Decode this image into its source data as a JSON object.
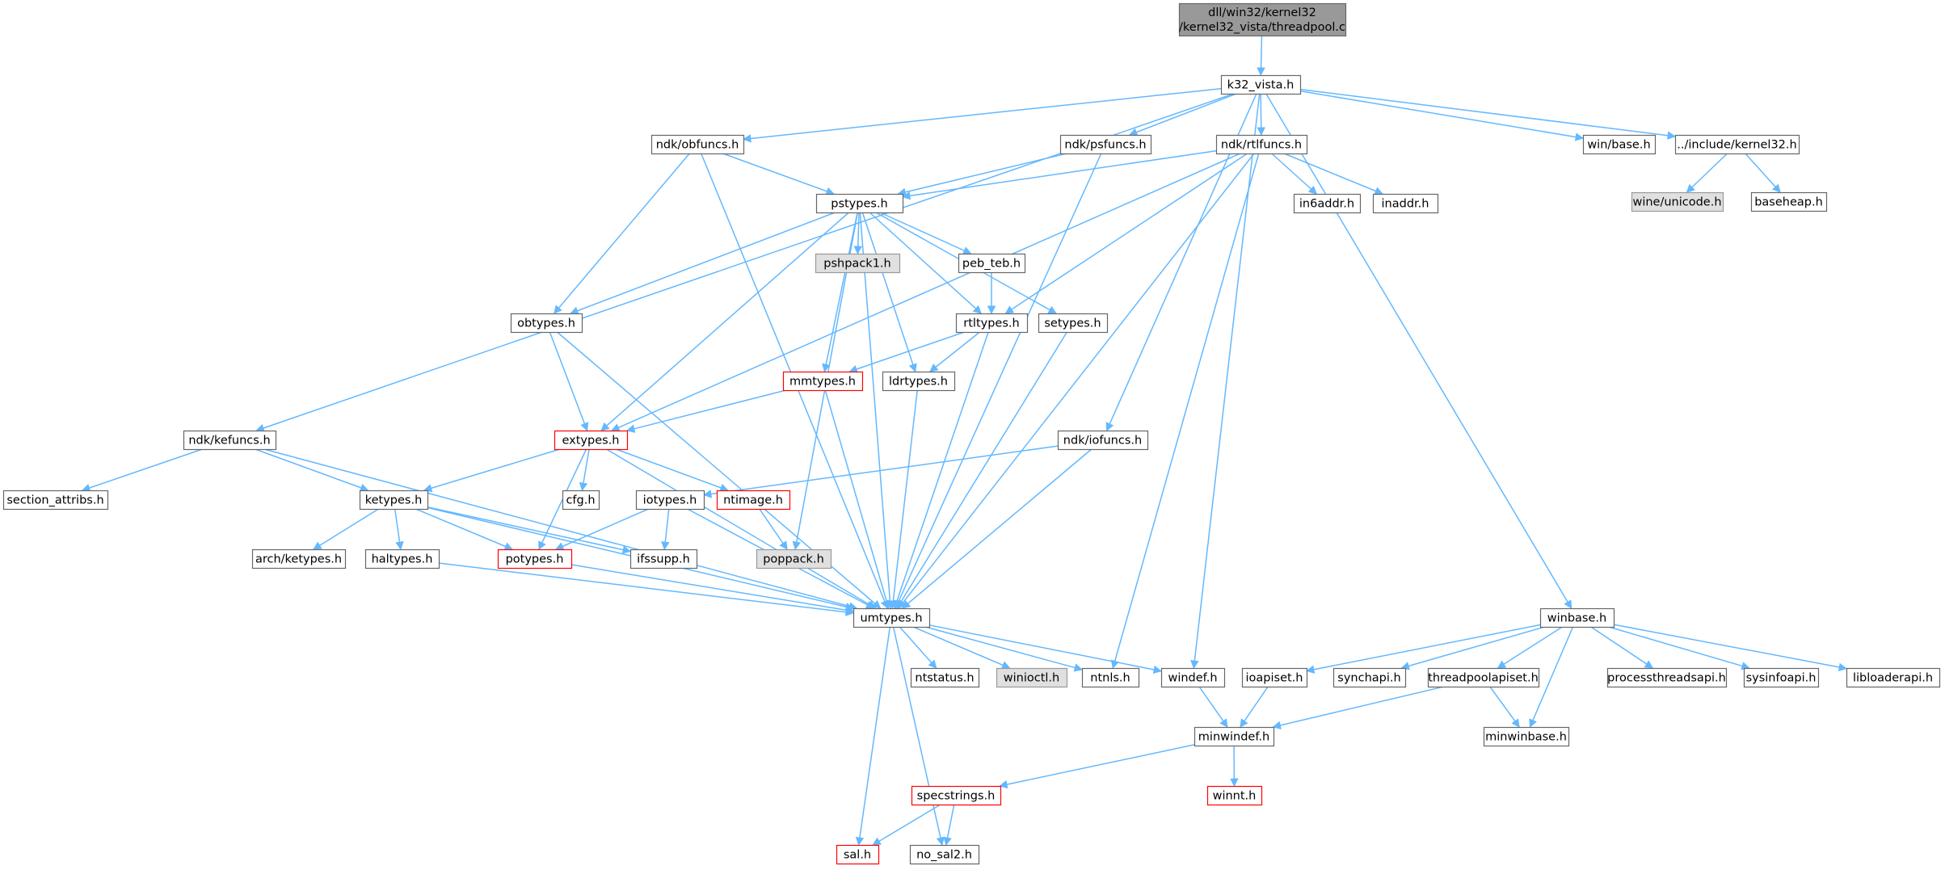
{
  "colors": {
    "edge": "#63b8ff",
    "root_fill": "#999999",
    "normal_fill": "#ffffff",
    "normal_border": "#666666",
    "external_fill": "#e0e0e0",
    "external_border": "#999999",
    "truncated_border": "#ff0000"
  },
  "nodes": [
    {
      "id": "root",
      "lines": [
        "dll/win32/kernel32",
        "/kernel32_vista/threadpool.c"
      ],
      "kind": "root"
    },
    {
      "id": "k32_vista",
      "lines": [
        "k32_vista.h"
      ],
      "kind": "normal"
    },
    {
      "id": "ndk_obfuncs",
      "lines": [
        "ndk/obfuncs.h"
      ],
      "kind": "normal"
    },
    {
      "id": "ndk_psfuncs",
      "lines": [
        "ndk/psfuncs.h"
      ],
      "kind": "normal"
    },
    {
      "id": "ndk_rtlfuncs",
      "lines": [
        "ndk/rtlfuncs.h"
      ],
      "kind": "normal"
    },
    {
      "id": "win_base",
      "lines": [
        "win/base.h"
      ],
      "kind": "normal"
    },
    {
      "id": "include_kernel32",
      "lines": [
        "../include/kernel32.h"
      ],
      "kind": "normal"
    },
    {
      "id": "wine_unicode",
      "lines": [
        "wine/unicode.h"
      ],
      "kind": "external"
    },
    {
      "id": "baseheap",
      "lines": [
        "baseheap.h"
      ],
      "kind": "normal"
    },
    {
      "id": "pstypes",
      "lines": [
        "pstypes.h"
      ],
      "kind": "normal"
    },
    {
      "id": "in6addr",
      "lines": [
        "in6addr.h"
      ],
      "kind": "normal"
    },
    {
      "id": "inaddr",
      "lines": [
        "inaddr.h"
      ],
      "kind": "normal"
    },
    {
      "id": "pshpack1",
      "lines": [
        "pshpack1.h"
      ],
      "kind": "external"
    },
    {
      "id": "peb_teb",
      "lines": [
        "peb_teb.h"
      ],
      "kind": "normal"
    },
    {
      "id": "obtypes",
      "lines": [
        "obtypes.h"
      ],
      "kind": "normal"
    },
    {
      "id": "rtltypes",
      "lines": [
        "rtltypes.h"
      ],
      "kind": "normal"
    },
    {
      "id": "setypes",
      "lines": [
        "setypes.h"
      ],
      "kind": "normal"
    },
    {
      "id": "mmtypes",
      "lines": [
        "mmtypes.h"
      ],
      "kind": "truncated"
    },
    {
      "id": "ldrtypes",
      "lines": [
        "ldrtypes.h"
      ],
      "kind": "normal"
    },
    {
      "id": "ndk_kefuncs",
      "lines": [
        "ndk/kefuncs.h"
      ],
      "kind": "normal"
    },
    {
      "id": "extypes",
      "lines": [
        "extypes.h"
      ],
      "kind": "truncated"
    },
    {
      "id": "ndk_iofuncs",
      "lines": [
        "ndk/iofuncs.h"
      ],
      "kind": "normal"
    },
    {
      "id": "section_attribs",
      "lines": [
        "section_attribs.h"
      ],
      "kind": "normal"
    },
    {
      "id": "ketypes",
      "lines": [
        "ketypes.h"
      ],
      "kind": "normal"
    },
    {
      "id": "cfg",
      "lines": [
        "cfg.h"
      ],
      "kind": "normal"
    },
    {
      "id": "iotypes",
      "lines": [
        "iotypes.h"
      ],
      "kind": "normal"
    },
    {
      "id": "ntimage",
      "lines": [
        "ntimage.h"
      ],
      "kind": "truncated"
    },
    {
      "id": "arch_ketypes",
      "lines": [
        "arch/ketypes.h"
      ],
      "kind": "normal"
    },
    {
      "id": "haltypes",
      "lines": [
        "haltypes.h"
      ],
      "kind": "normal"
    },
    {
      "id": "potypes",
      "lines": [
        "potypes.h"
      ],
      "kind": "truncated"
    },
    {
      "id": "ifssupp",
      "lines": [
        "ifssupp.h"
      ],
      "kind": "normal"
    },
    {
      "id": "poppack",
      "lines": [
        "poppack.h"
      ],
      "kind": "external"
    },
    {
      "id": "umtypes",
      "lines": [
        "umtypes.h"
      ],
      "kind": "normal"
    },
    {
      "id": "winbase",
      "lines": [
        "winbase.h"
      ],
      "kind": "normal"
    },
    {
      "id": "ntstatus",
      "lines": [
        "ntstatus.h"
      ],
      "kind": "normal"
    },
    {
      "id": "winioctl",
      "lines": [
        "winioctl.h"
      ],
      "kind": "external"
    },
    {
      "id": "ntnls",
      "lines": [
        "ntnls.h"
      ],
      "kind": "normal"
    },
    {
      "id": "windef",
      "lines": [
        "windef.h"
      ],
      "kind": "normal"
    },
    {
      "id": "ioapiset",
      "lines": [
        "ioapiset.h"
      ],
      "kind": "normal"
    },
    {
      "id": "synchapi",
      "lines": [
        "synchapi.h"
      ],
      "kind": "normal"
    },
    {
      "id": "threadpoolapiset",
      "lines": [
        "threadpoolapiset.h"
      ],
      "kind": "normal"
    },
    {
      "id": "processthreadsapi",
      "lines": [
        "processthreadsapi.h"
      ],
      "kind": "normal"
    },
    {
      "id": "sysinfoapi",
      "lines": [
        "sysinfoapi.h"
      ],
      "kind": "normal"
    },
    {
      "id": "libloaderapi",
      "lines": [
        "libloaderapi.h"
      ],
      "kind": "normal"
    },
    {
      "id": "minwindef",
      "lines": [
        "minwindef.h"
      ],
      "kind": "normal"
    },
    {
      "id": "minwinbase",
      "lines": [
        "minwinbase.h"
      ],
      "kind": "normal"
    },
    {
      "id": "specstrings",
      "lines": [
        "specstrings.h"
      ],
      "kind": "truncated"
    },
    {
      "id": "winnt",
      "lines": [
        "winnt.h"
      ],
      "kind": "truncated"
    },
    {
      "id": "sal",
      "lines": [
        "sal.h"
      ],
      "kind": "truncated"
    },
    {
      "id": "no_sal2",
      "lines": [
        "no_sal2.h"
      ],
      "kind": "normal"
    }
  ],
  "edges": [
    [
      "root",
      "k32_vista"
    ],
    [
      "k32_vista",
      "ndk_obfuncs"
    ],
    [
      "k32_vista",
      "ndk_psfuncs"
    ],
    [
      "k32_vista",
      "ndk_rtlfuncs"
    ],
    [
      "k32_vista",
      "win_base"
    ],
    [
      "k32_vista",
      "include_kernel32"
    ],
    [
      "k32_vista",
      "ndk_kefuncs"
    ],
    [
      "k32_vista",
      "ndk_iofuncs"
    ],
    [
      "k32_vista",
      "winbase"
    ],
    [
      "k32_vista",
      "windef"
    ],
    [
      "include_kernel32",
      "wine_unicode"
    ],
    [
      "include_kernel32",
      "baseheap"
    ],
    [
      "ndk_obfuncs",
      "pstypes"
    ],
    [
      "ndk_obfuncs",
      "obtypes"
    ],
    [
      "ndk_obfuncs",
      "umtypes"
    ],
    [
      "ndk_psfuncs",
      "pstypes"
    ],
    [
      "ndk_psfuncs",
      "umtypes"
    ],
    [
      "ndk_rtlfuncs",
      "pstypes"
    ],
    [
      "ndk_rtlfuncs",
      "in6addr"
    ],
    [
      "ndk_rtlfuncs",
      "inaddr"
    ],
    [
      "ndk_rtlfuncs",
      "rtltypes"
    ],
    [
      "ndk_rtlfuncs",
      "extypes"
    ],
    [
      "ndk_rtlfuncs",
      "umtypes"
    ],
    [
      "ndk_rtlfuncs",
      "ntnls"
    ],
    [
      "pstypes",
      "pshpack1"
    ],
    [
      "pstypes",
      "peb_teb"
    ],
    [
      "pstypes",
      "obtypes"
    ],
    [
      "pstypes",
      "rtltypes"
    ],
    [
      "pstypes",
      "setypes"
    ],
    [
      "pstypes",
      "mmtypes"
    ],
    [
      "pstypes",
      "ldrtypes"
    ],
    [
      "pstypes",
      "extypes"
    ],
    [
      "pstypes",
      "umtypes"
    ],
    [
      "pstypes",
      "poppack"
    ],
    [
      "peb_teb",
      "rtltypes"
    ],
    [
      "obtypes",
      "extypes"
    ],
    [
      "obtypes",
      "umtypes"
    ],
    [
      "rtltypes",
      "mmtypes"
    ],
    [
      "rtltypes",
      "ldrtypes"
    ],
    [
      "rtltypes",
      "umtypes"
    ],
    [
      "setypes",
      "umtypes"
    ],
    [
      "mmtypes",
      "extypes"
    ],
    [
      "mmtypes",
      "umtypes"
    ],
    [
      "ldrtypes",
      "umtypes"
    ],
    [
      "ndk_kefuncs",
      "section_attribs"
    ],
    [
      "ndk_kefuncs",
      "ketypes"
    ],
    [
      "ndk_kefuncs",
      "umtypes"
    ],
    [
      "extypes",
      "ketypes"
    ],
    [
      "extypes",
      "cfg"
    ],
    [
      "extypes",
      "ntimage"
    ],
    [
      "extypes",
      "potypes"
    ],
    [
      "extypes",
      "umtypes"
    ],
    [
      "ndk_iofuncs",
      "iotypes"
    ],
    [
      "ndk_iofuncs",
      "umtypes"
    ],
    [
      "ketypes",
      "arch_ketypes"
    ],
    [
      "ketypes",
      "haltypes"
    ],
    [
      "ketypes",
      "potypes"
    ],
    [
      "ketypes",
      "ifssupp"
    ],
    [
      "ketypes",
      "umtypes"
    ],
    [
      "iotypes",
      "potypes"
    ],
    [
      "iotypes",
      "ifssupp"
    ],
    [
      "iotypes",
      "umtypes"
    ],
    [
      "ntimage",
      "poppack"
    ],
    [
      "haltypes",
      "umtypes"
    ],
    [
      "potypes",
      "umtypes"
    ],
    [
      "umtypes",
      "ntstatus"
    ],
    [
      "umtypes",
      "winioctl"
    ],
    [
      "umtypes",
      "ntnls"
    ],
    [
      "umtypes",
      "windef"
    ],
    [
      "umtypes",
      "sal"
    ],
    [
      "umtypes",
      "no_sal2"
    ],
    [
      "winbase",
      "ioapiset"
    ],
    [
      "winbase",
      "synchapi"
    ],
    [
      "winbase",
      "threadpoolapiset"
    ],
    [
      "winbase",
      "processthreadsapi"
    ],
    [
      "winbase",
      "sysinfoapi"
    ],
    [
      "winbase",
      "libloaderapi"
    ],
    [
      "winbase",
      "minwinbase"
    ],
    [
      "windef",
      "minwindef"
    ],
    [
      "ioapiset",
      "minwindef"
    ],
    [
      "threadpoolapiset",
      "minwindef"
    ],
    [
      "threadpoolapiset",
      "minwinbase"
    ],
    [
      "minwindef",
      "specstrings"
    ],
    [
      "minwindef",
      "winnt"
    ],
    [
      "specstrings",
      "sal"
    ],
    [
      "specstrings",
      "no_sal2"
    ]
  ]
}
